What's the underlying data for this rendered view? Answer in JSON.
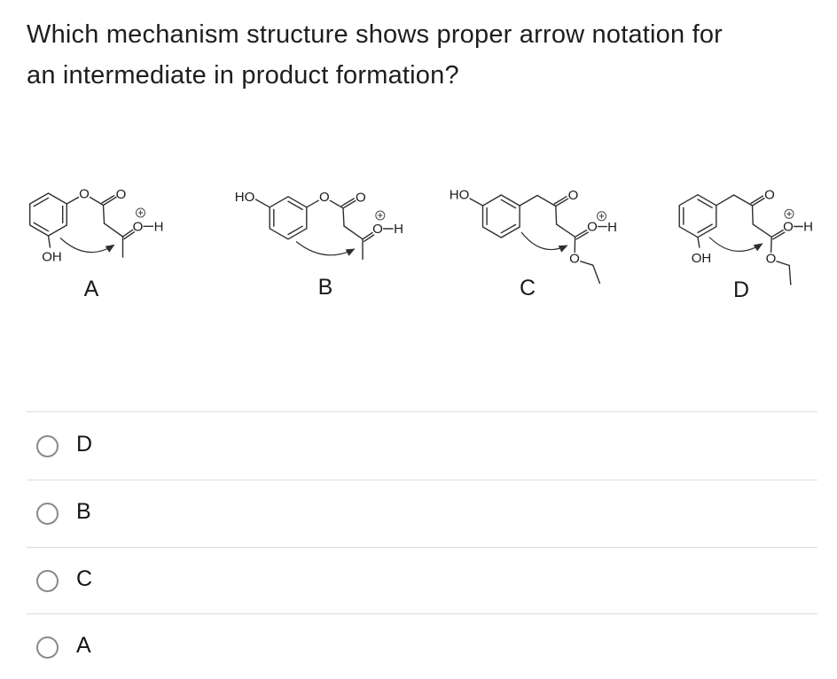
{
  "question": {
    "line1": "Which mechanism structure shows proper arrow notation for",
    "line2": "an intermediate in product formation?"
  },
  "atoms": {
    "O": "O",
    "OH": "OH",
    "HO": "HO",
    "H": "H",
    "plus": "+"
  },
  "structures": [
    {
      "label": "A"
    },
    {
      "label": "B"
    },
    {
      "label": "C"
    },
    {
      "label": "D"
    }
  ],
  "options": [
    {
      "label": "D"
    },
    {
      "label": "B"
    },
    {
      "label": "C"
    },
    {
      "label": "A"
    }
  ],
  "colors": {
    "background": "#ffffff",
    "text": "#1e1e1e",
    "bond": "#2e2e2e",
    "divider": "#dcdcdc",
    "radio_border": "#8a8a8a"
  }
}
